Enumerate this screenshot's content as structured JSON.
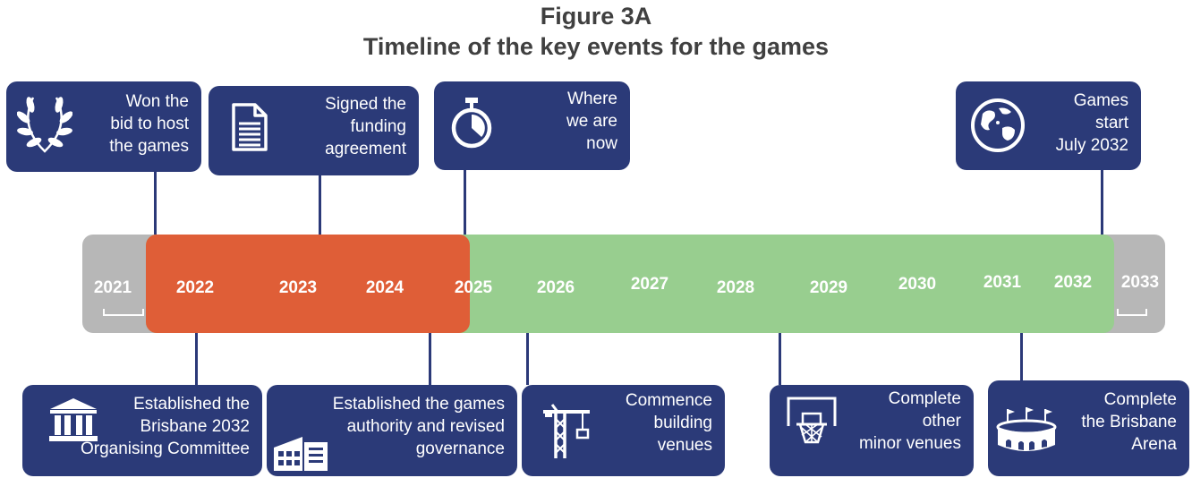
{
  "title": "Figure 3A",
  "subtitle": "Timeline of the key events for the games",
  "years": [
    "2021",
    "2022",
    "2023",
    "2024",
    "2025",
    "2026",
    "2027",
    "2028",
    "2029",
    "2030",
    "2031",
    "2032",
    "2033"
  ],
  "events_above": [
    {
      "lines": [
        "Won the",
        "bid to host",
        "the games"
      ],
      "icon": "laurel-wreath-icon"
    },
    {
      "lines": [
        "Signed the",
        "funding",
        "agreement"
      ],
      "icon": "document-icon"
    },
    {
      "lines": [
        "Where",
        "we are",
        "now"
      ],
      "icon": "stopwatch-icon"
    },
    {
      "lines": [
        "Games",
        "start",
        "July 2032"
      ],
      "icon": "globe-icon"
    }
  ],
  "events_below": [
    {
      "lines": [
        "Established the",
        "Brisbane 2032",
        "Organising Committee"
      ],
      "icon": "institution-icon"
    },
    {
      "lines": [
        "Established the games",
        "authority and revised",
        "governance"
      ],
      "icon": "buildings-icon"
    },
    {
      "lines": [
        "Commence",
        "building",
        "venues"
      ],
      "icon": "crane-icon"
    },
    {
      "lines": [
        "Complete",
        "other",
        "minor venues"
      ],
      "icon": "basketball-hoop-icon"
    },
    {
      "lines": [
        "Complete",
        "the Brisbane",
        "Arena"
      ],
      "icon": "stadium-icon"
    }
  ],
  "colors": {
    "box": "#2b3a78",
    "completed": "#df5e37",
    "planned": "#98ce8f",
    "outside": "#b7b7b7"
  }
}
